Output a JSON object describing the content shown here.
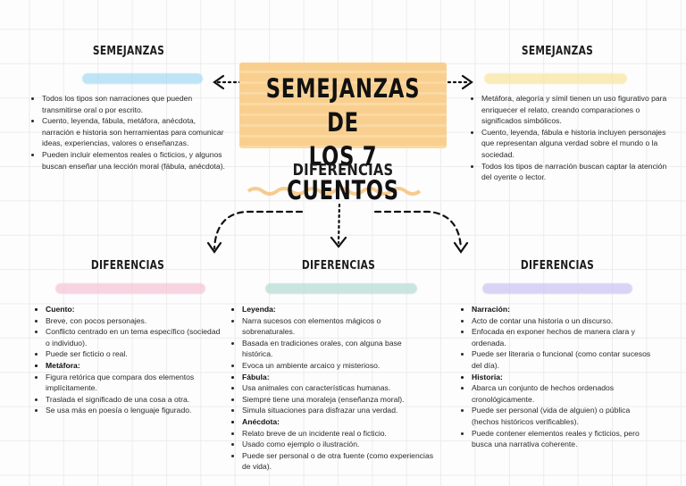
{
  "title": {
    "line1": "SEMEJANZAS DE",
    "line2": "LOS 7 CUENTOS"
  },
  "center_heading": "DIFERENCIAS",
  "colors": {
    "title_bg": "#f9cf8f",
    "blue": "#a9dcf3",
    "yellow": "#f8e7a3",
    "orange": "#f6c27a",
    "pink": "#f7c6d8",
    "teal": "#b9ddd6",
    "purple": "#cdc7f3"
  },
  "semejanzas_left": {
    "heading": "SEMEJANZAS",
    "items": [
      "Todos los tipos son narraciones que pueden transmitirse oral o por escrito.",
      "Cuento, leyenda, fábula, metáfora, anécdota, narración e historia son herramientas para comunicar ideas, experiencias, valores o enseñanzas.",
      "Pueden incluir elementos reales o ficticios, y algunos buscan enseñar una lección moral (fábula, anécdota)."
    ]
  },
  "semejanzas_right": {
    "heading": "SEMEJANZAS",
    "items": [
      "Metáfora, alegoría y símil tienen un uso figurativo para enriquecer el relato, creando comparaciones o significados simbólicos.",
      "Cuento, leyenda, fábula e historia incluyen personajes que representan alguna verdad sobre el mundo o la sociedad.",
      "Todos los tipos de narración buscan captar la atención del oyente o lector."
    ]
  },
  "diferencias_left": {
    "heading": "DIFERENCIAS",
    "items": [
      "Cuento:",
      "Breve, con pocos personajes.",
      "Conflicto centrado en un tema específico (sociedad o individuo).",
      "Puede ser ficticio o real.",
      "Metáfora:",
      "Figura retórica que compara dos elementos implícitamente.",
      "Traslada el significado de una cosa a otra.",
      "Se usa más en poesía o lenguaje figurado."
    ]
  },
  "diferencias_center": {
    "heading": "DIFERENCIAS",
    "items": [
      "Leyenda:",
      "Narra sucesos con elementos mágicos o sobrenaturales.",
      "Basada en tradiciones orales, con alguna base histórica.",
      "Evoca un ambiente arcaico y misterioso.",
      "Fábula:",
      "Usa animales con características humanas.",
      "Siempre tiene una moraleja (enseñanza moral).",
      "Simula situaciones para disfrazar una verdad.",
      "Anécdota:",
      "Relato breve de un incidente real o ficticio.",
      "Usado como ejemplo o ilustración.",
      "Puede ser personal o de otra fuente (como experiencias de vida)."
    ]
  },
  "diferencias_right": {
    "heading": "DIFERENCIAS",
    "items": [
      "Narración:",
      "Acto de contar una historia o un discurso.",
      "Enfocada en exponer hechos de manera clara y ordenada.",
      "Puede ser literaria o funcional (como contar sucesos del día).",
      "Historia:",
      "Abarca un conjunto de hechos ordenados cronológicamente.",
      "Puede ser personal (vida de alguien) o pública (hechos históricos verificables).",
      "Puede contener elementos reales y ficticios, pero busca una narrativa coherente."
    ]
  }
}
